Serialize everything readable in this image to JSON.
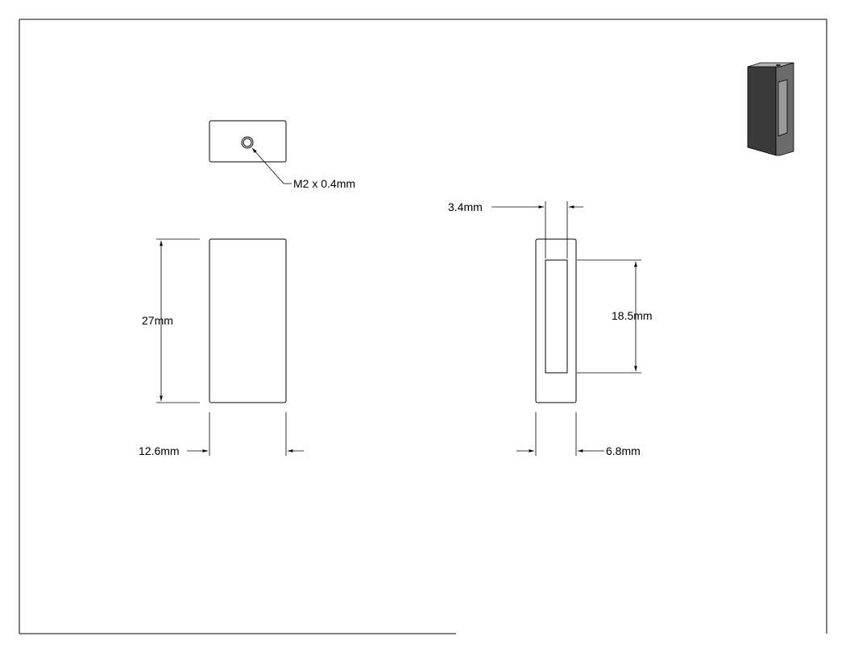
{
  "drawing": {
    "hole_callout": "M2 x 0.4mm",
    "height_front": "27mm",
    "width_front": "12.6mm",
    "wall_side": "3.4mm",
    "slot_height_side": "18.5mm",
    "depth_side": "6.8mm"
  },
  "colors": {
    "line": "#000000",
    "iso_dark": "#3a3a3a",
    "iso_mid": "#6b6b6b",
    "iso_light": "#9a9a9a"
  }
}
